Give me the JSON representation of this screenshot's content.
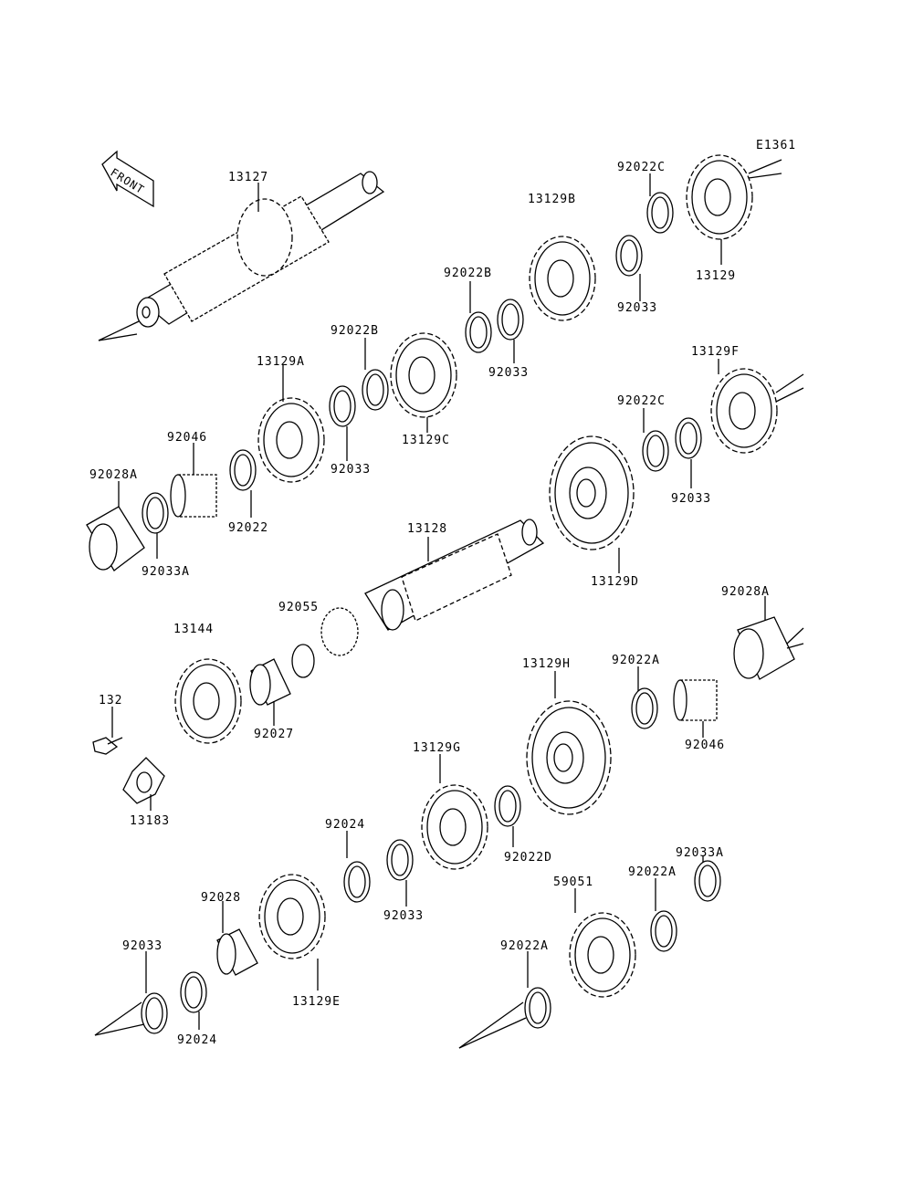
{
  "diagram_code": "E1361",
  "front_arrow": {
    "label": "FRONT",
    "icon": "front-arrow-icon"
  },
  "colors": {
    "line": "#000000",
    "background": "#ffffff"
  },
  "parts": {
    "p13127": "13127",
    "p13129B": "13129B",
    "p92022C_top": "92022C",
    "p13129": "13129",
    "p92033_top": "92033",
    "p92022B_1": "92022B",
    "p92033_2": "92033",
    "p92022B_2": "92022B",
    "p13129C": "13129C",
    "p13129A": "13129A",
    "p92033_3": "92033",
    "p92046_top": "92046",
    "p92028A_top": "92028A",
    "p92022_mid": "92022",
    "p92033A_top": "92033A",
    "p13129F": "13129F",
    "p92022C_mid": "92022C",
    "p92033_4": "92033",
    "p13128": "13128",
    "p13129D": "13129D",
    "p92055": "92055",
    "p13144": "13144",
    "p92028A_right": "92028A",
    "p132": "132",
    "p92027": "92027",
    "p13183": "13183",
    "p13129H": "13129H",
    "p92022A_1": "92022A",
    "p92046_bottom": "92046",
    "p13129G": "13129G",
    "p92022D": "92022D",
    "p92024_1": "92024",
    "p92033_5": "92033",
    "p92028": "92028",
    "p92033_6": "92033",
    "p13129E": "13129E",
    "p92024_2": "92024",
    "p92033A_bottom": "92033A",
    "p59051": "59051",
    "p92022A_2": "92022A",
    "p92022A_3": "92022A"
  }
}
